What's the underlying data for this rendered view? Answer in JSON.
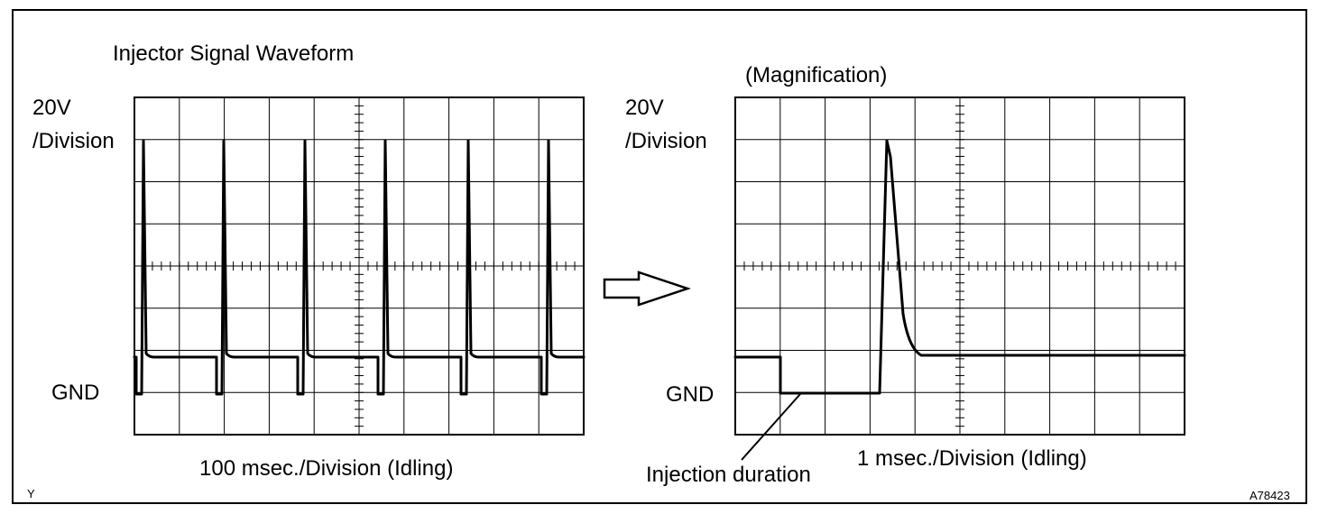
{
  "title": "Injector Signal Waveform",
  "magnification_label": "(Magnification)",
  "left_scope": {
    "v_scale_line1": "20V",
    "v_scale_line2": "/Division",
    "gnd_label": "GND",
    "time_scale": "100 msec./Division (Idling)"
  },
  "right_scope": {
    "v_scale_line1": "20V",
    "v_scale_line2": "/Division",
    "gnd_label": "GND",
    "time_scale": "1 msec./Division (Idling)",
    "callout": "Injection duration"
  },
  "corner_left": "Y",
  "figure_code": "A78423",
  "colors": {
    "line": "#000000",
    "background": "#ffffff"
  }
}
